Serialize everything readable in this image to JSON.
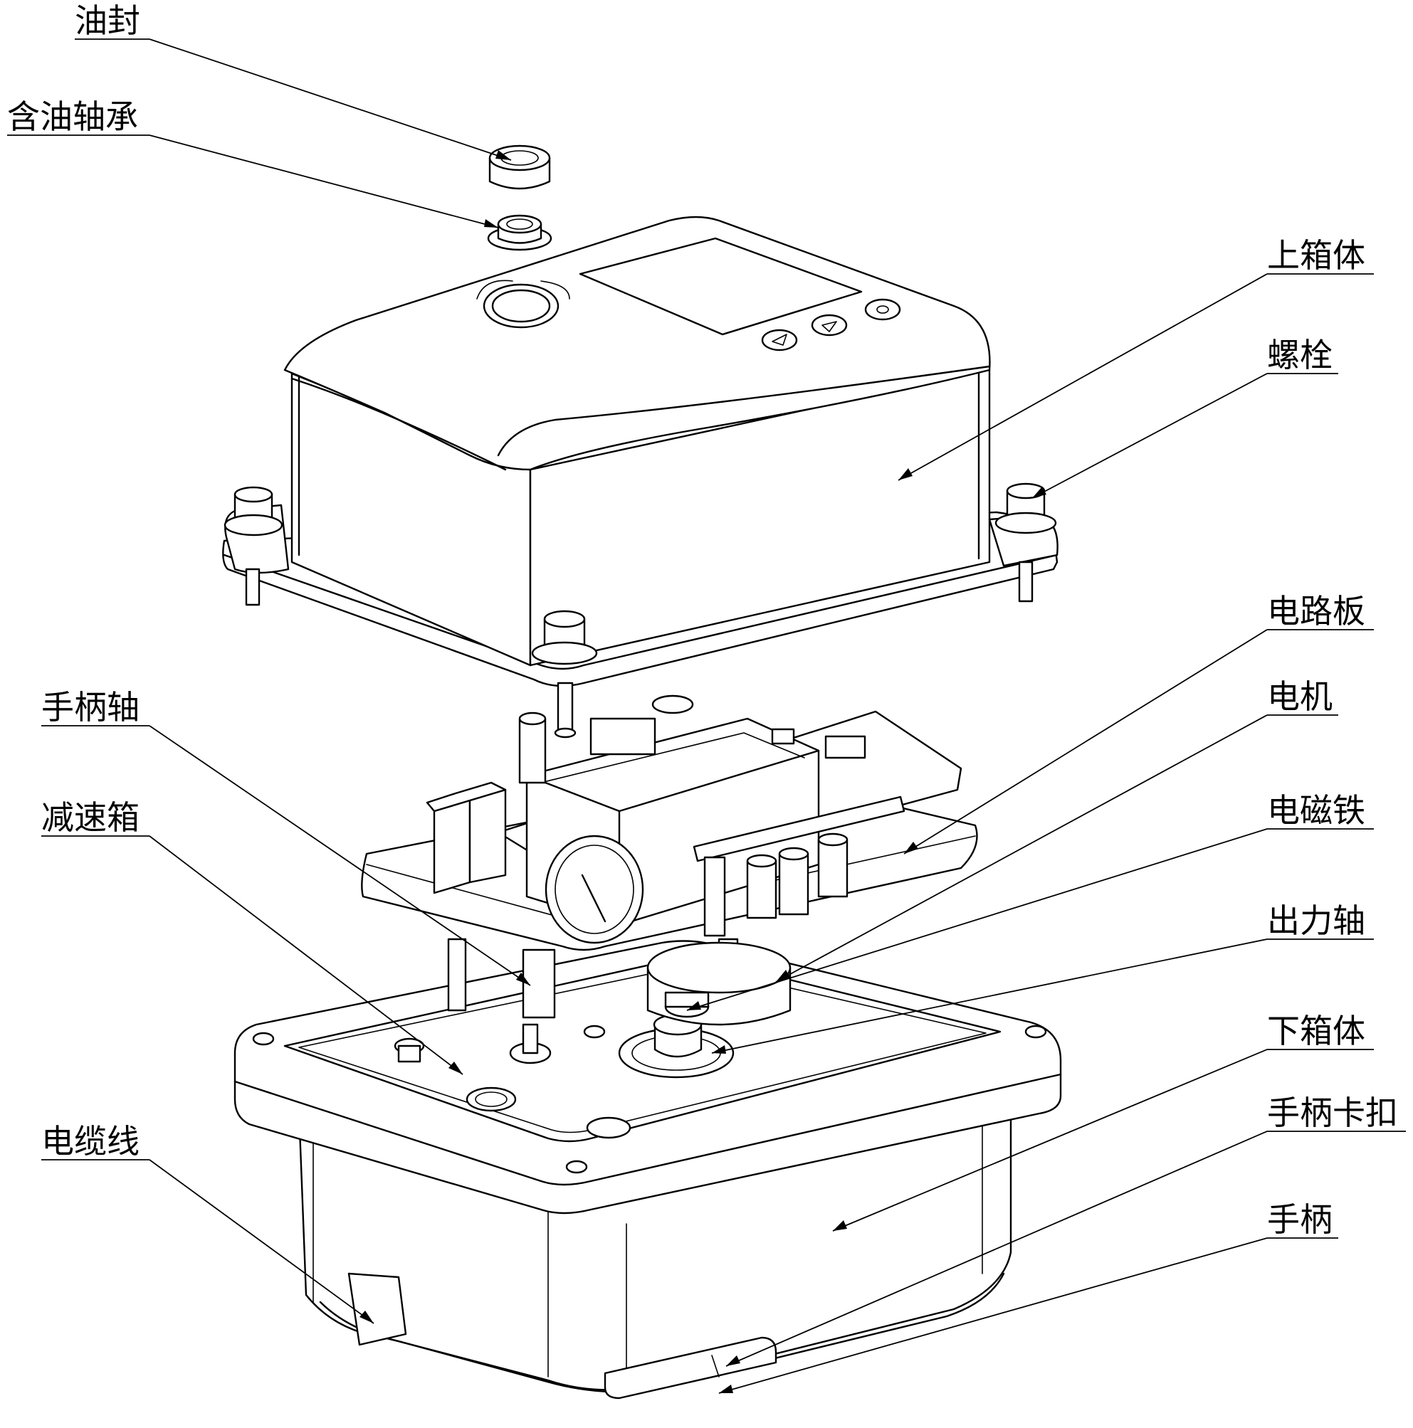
{
  "labels": {
    "oil_seal": "油封",
    "oil_bearing": "含油轴承",
    "upper_box": "上箱体",
    "bolt": "螺栓",
    "circuit_board": "电路板",
    "motor": "电机",
    "handle_shaft": "手柄轴",
    "electromagnet": "电磁铁",
    "reduction_box": "减速箱",
    "output_shaft": "出力轴",
    "lower_box": "下箱体",
    "handle_clip": "手柄卡扣",
    "cable": "电缆线",
    "handle": "手柄"
  }
}
